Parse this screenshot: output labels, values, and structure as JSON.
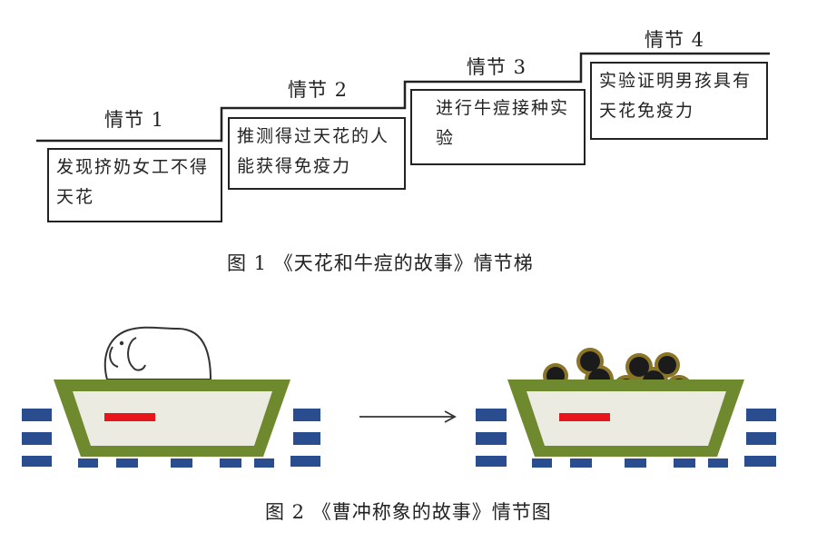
{
  "figure1": {
    "steps": [
      {
        "label": "情节 1",
        "text": "发现挤奶女工不得天花"
      },
      {
        "label": "情节 2",
        "text": "推测得过天花的人能获得免疫力"
      },
      {
        "label": "情节 3",
        "text": "进行牛痘接种实验"
      },
      {
        "label": "情节 4",
        "text": "实验证明男孩具有天花免疫力"
      }
    ],
    "caption": "图 1 《天花和牛痘的故事》情节梯"
  },
  "figure2": {
    "caption": "图 2 《曹冲称象的故事》情节图",
    "colors": {
      "boat_rim": "#6f8a2e",
      "boat_hull": "#ecebe1",
      "waterline_mark": "#e8161b",
      "water": "#2a4d8f",
      "stone": "#1b1b1b",
      "stone_ring": "#8a7428"
    },
    "icons": [
      "elephant-icon",
      "boat-icon",
      "arrow-right-icon",
      "stones-icon",
      "water-waves-icon"
    ]
  }
}
